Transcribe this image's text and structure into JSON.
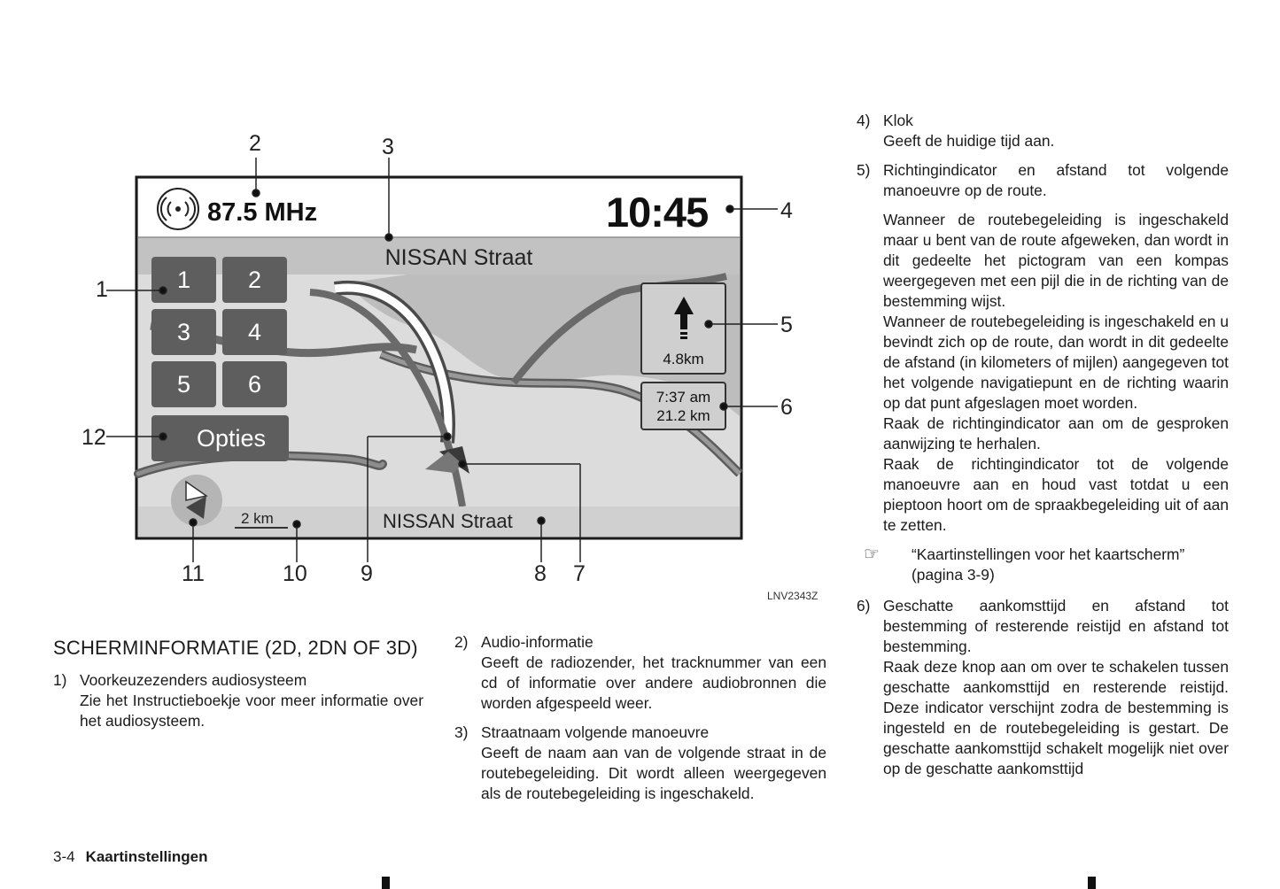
{
  "figure": {
    "radio_frequency": "87.5 MHz",
    "clock": "10:45",
    "street_top": "NISSAN Straat",
    "street_bottom": "NISSAN Straat",
    "presets": [
      "1",
      "2",
      "3",
      "4",
      "5",
      "6"
    ],
    "options_label": "Opties",
    "distance_next": "4.8km",
    "eta_time": "7:37 am",
    "eta_distance": "21.2 km",
    "scale": "2 km",
    "callouts": [
      "1",
      "2",
      "3",
      "4",
      "5",
      "6",
      "7",
      "8",
      "9",
      "10",
      "11",
      "12"
    ],
    "figure_code": "LNV2343Z"
  },
  "left_col": {
    "heading": "SCHERMINFORMATIE (2D, 2DN OF 3D)",
    "items": [
      {
        "num": "1)",
        "title": "Voorkeuzezenders audiosysteem",
        "desc": "Zie het Instructieboekje voor meer informatie over het audiosysteem."
      }
    ]
  },
  "mid_col": {
    "items": [
      {
        "num": "2)",
        "title": "Audio-informatie",
        "desc": "Geeft de radiozender, het tracknummer van een cd of informatie over andere audiobronnen die worden afgespeeld weer."
      },
      {
        "num": "3)",
        "title": "Straatnaam volgende manoeuvre",
        "desc": "Geeft de naam aan van de volgende straat in de routebegeleiding. Dit wordt alleen weergegeven als de routebegeleiding is ingeschakeld."
      }
    ]
  },
  "right_col": {
    "item4": {
      "num": "4)",
      "title": "Klok",
      "desc": "Geeft de huidige tijd aan."
    },
    "item5": {
      "num": "5)",
      "title": "Richtingindicator en afstand tot volgende manoeuvre op de route.",
      "paras": [
        "Wanneer de routebegeleiding is ingeschakeld maar u bent van de route afgeweken, dan wordt in dit gedeelte het pictogram van een kompas weergegeven met een pijl die in de richting van de bestemming wijst.",
        "Wanneer de routebegeleiding is ingeschakeld en u bevindt zich op de route, dan wordt in dit gedeelte de afstand (in kilometers of mijlen) aangegeven tot het volgende navigatiepunt en de richting waarin op dat punt afgeslagen moet worden.",
        "Raak de richtingindicator aan om de gesproken aanwijzing te herhalen.",
        "Raak de richtingindicator tot de volgende manoeuvre aan en houd vast totdat u een pieptoon hoort om de spraakbegeleiding uit of aan te zetten."
      ],
      "ref": "“Kaartinstellingen voor het kaartscherm” (pagina 3-9)"
    },
    "item6": {
      "num": "6)",
      "title": "Geschatte aankomsttijd en afstand tot bestemming of resterende reistijd en afstand tot bestemming.",
      "paras": [
        "Raak deze knop aan om over te schakelen tussen geschatte aankomsttijd en resterende reistijd. Deze indicator verschijnt zodra de bestemming is ingesteld en de routebegeleiding is gestart. De geschatte aankomsttijd schakelt mogelijk niet over op de geschatte aankomsttijd"
      ]
    }
  },
  "footer": {
    "page_number": "3-4",
    "section": "Kaartinstellingen"
  }
}
